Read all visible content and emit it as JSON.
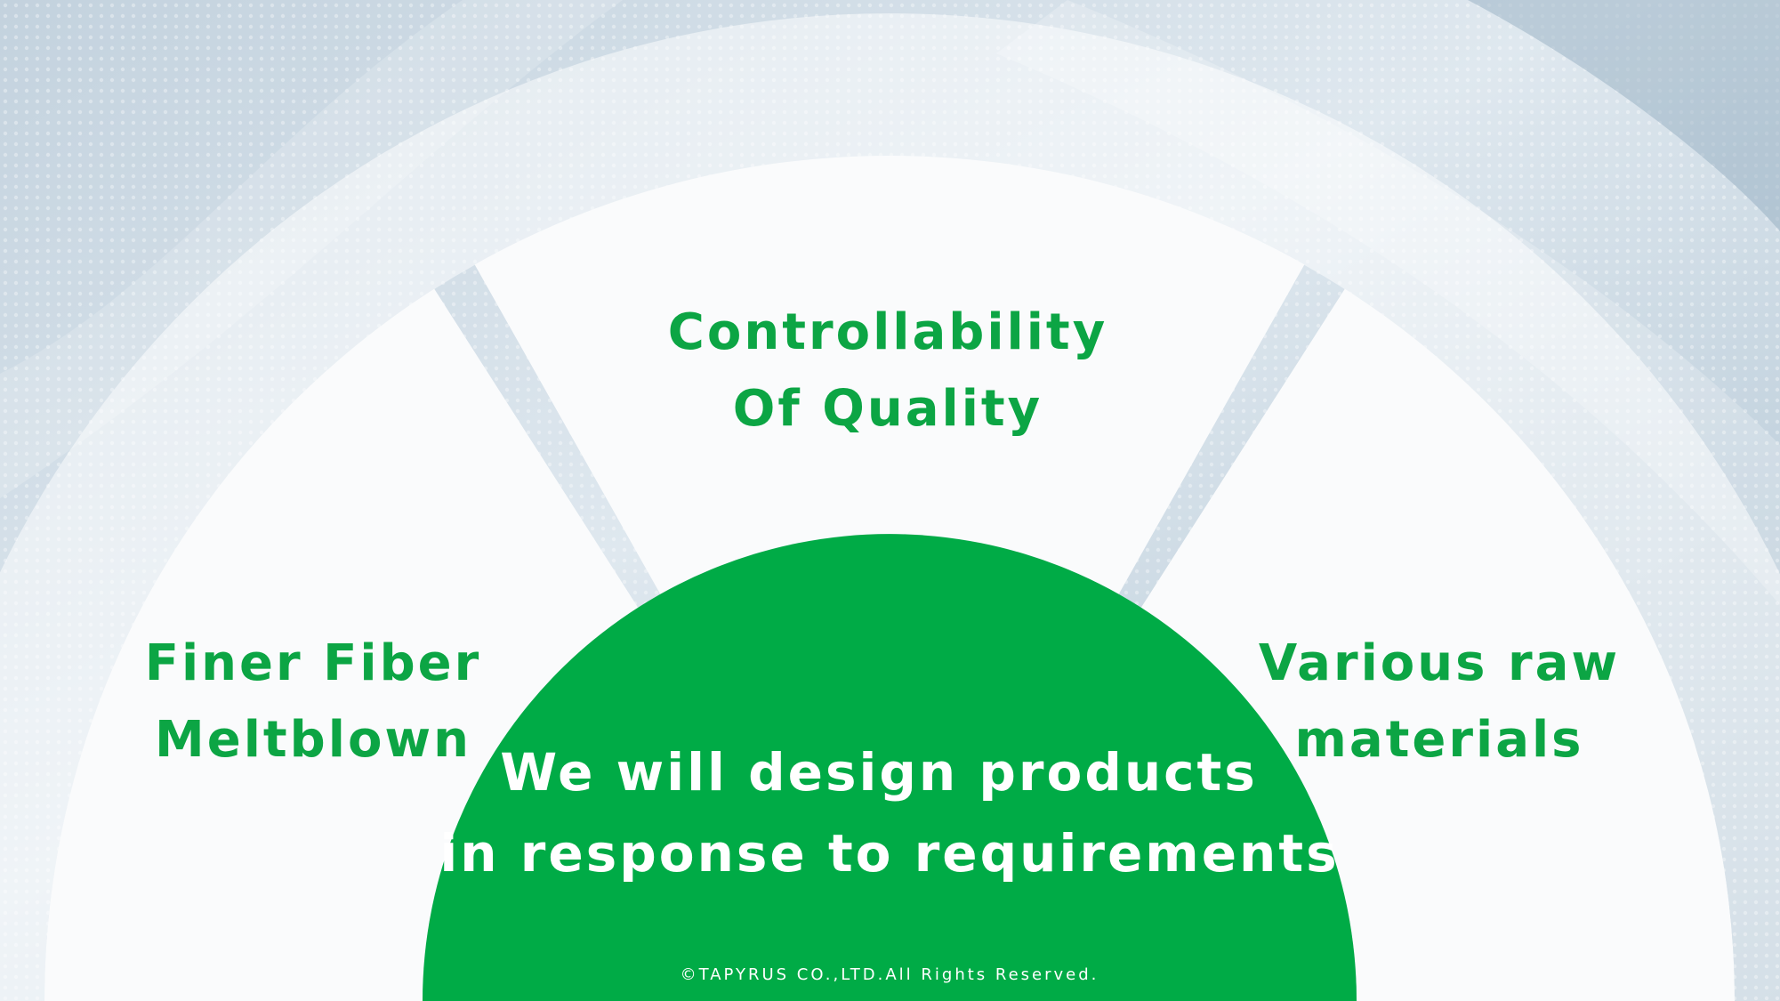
{
  "diagram": {
    "segments": [
      {
        "id": "left",
        "lines": [
          "Finer Fiber",
          "Meltblown"
        ]
      },
      {
        "id": "top",
        "lines": [
          "Controllability",
          "Of Quality"
        ]
      },
      {
        "id": "right",
        "lines": [
          "Various raw",
          "materials"
        ]
      }
    ],
    "center": {
      "lines": [
        "We will design products",
        "in response to requirements"
      ]
    },
    "footer": {
      "copyright": "©TAPYRUS CO.,LTD.All Rights Reserved."
    }
  },
  "colors": {
    "accent_green": "#00ab46",
    "label_green": "#0ca544",
    "panel_white": "#fafbfc",
    "background_blue": "#b9cad8"
  }
}
